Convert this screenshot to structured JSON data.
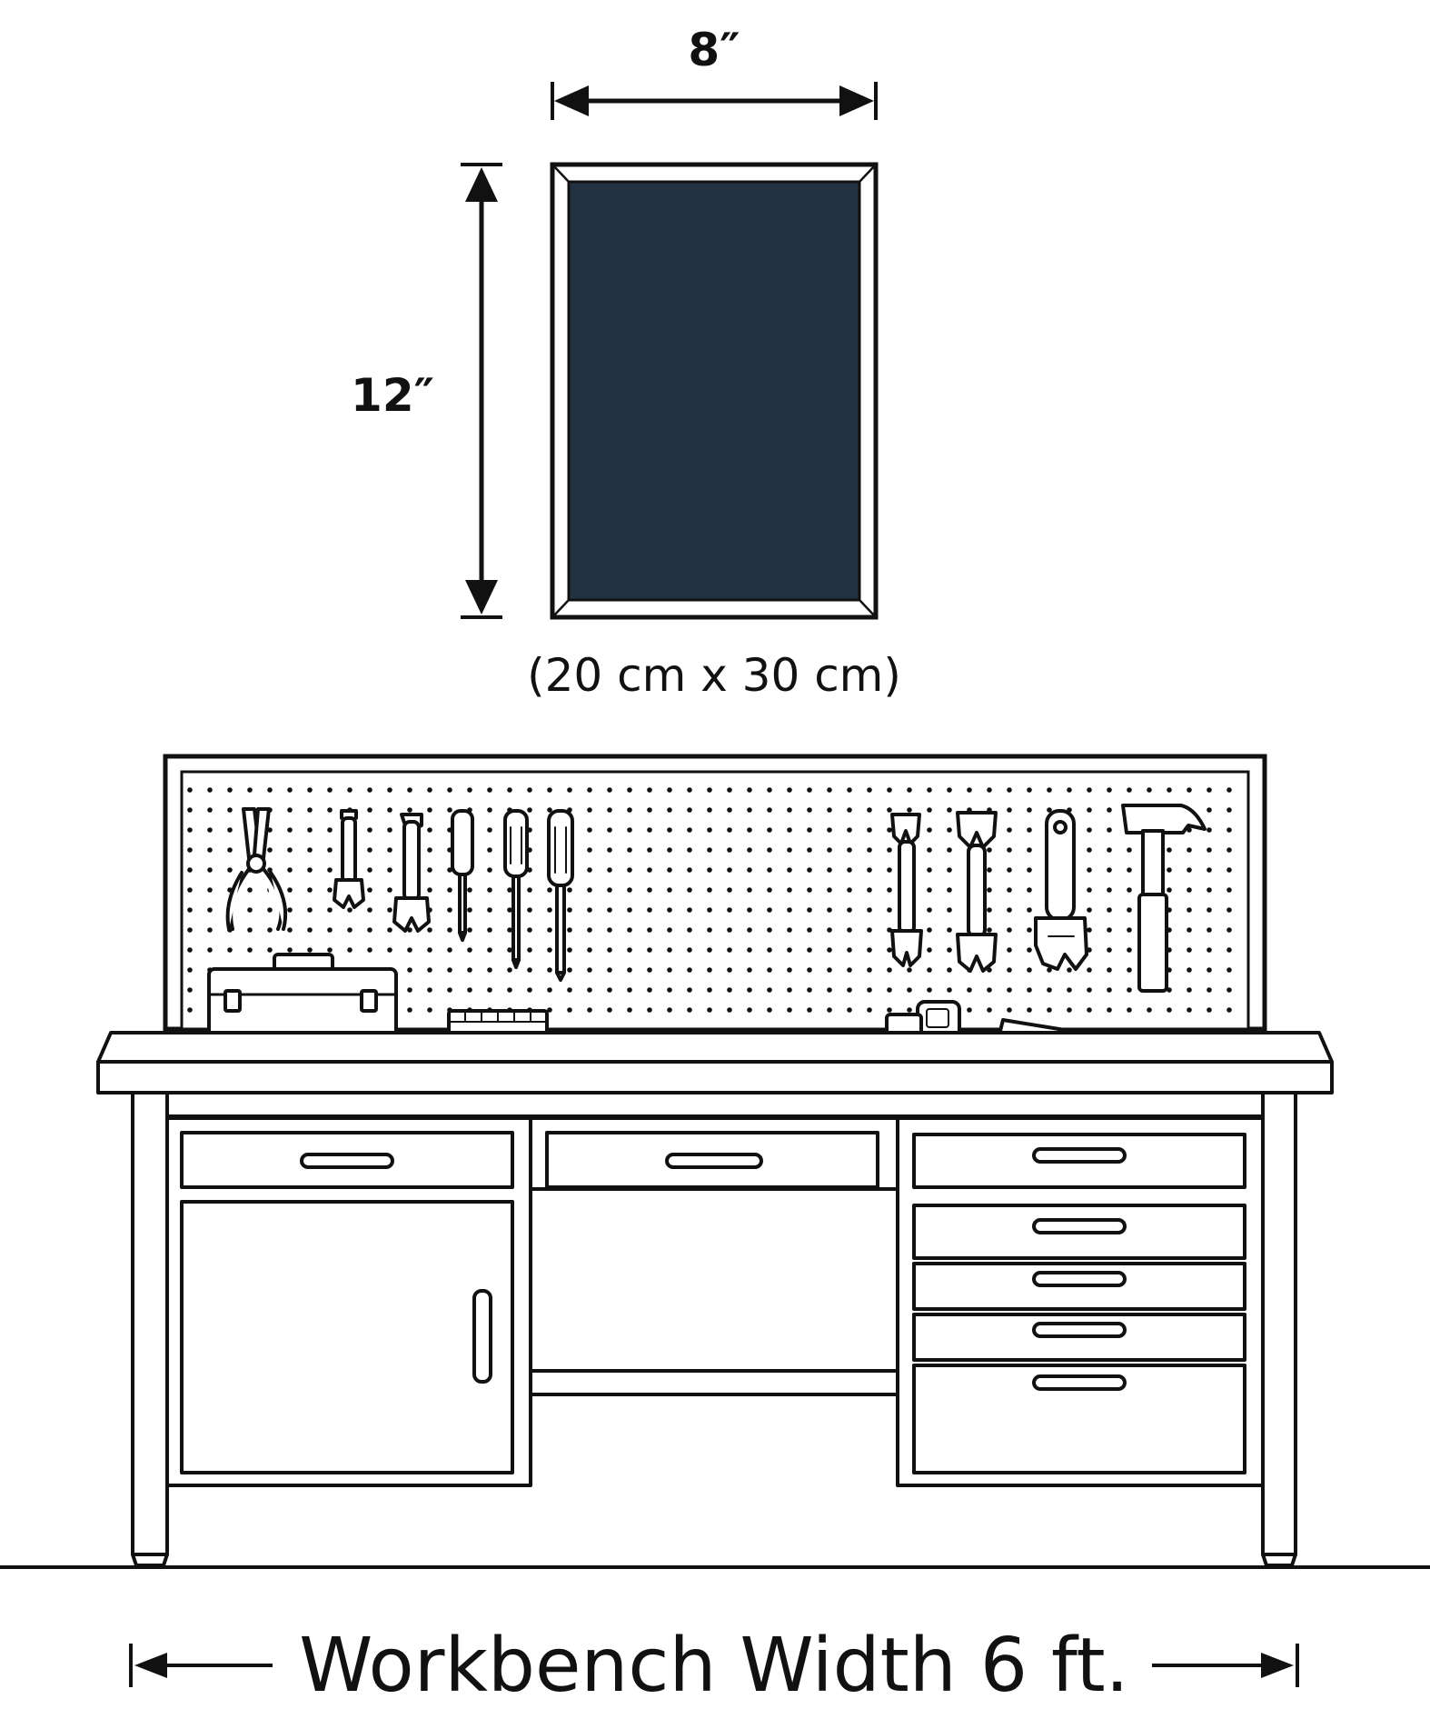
{
  "labels": {
    "frame_width": "8″",
    "frame_height": "12″",
    "frame_metric": "(20 cm x 30 cm)",
    "bench_width": "Workbench Width 6 ft."
  },
  "colors": {
    "ink": "#111111",
    "canvas_fill": "#233241",
    "background": "#ffffff"
  },
  "icons": {
    "frame": "picture-frame",
    "pegboard_tools": [
      "pliers-icon",
      "wrench-icon",
      "wrench-icon",
      "screwdriver-icon",
      "screwdriver-icon",
      "screwdriver-icon",
      "wrench-icon",
      "wrench-icon",
      "adjustable-wrench-icon",
      "hammer-icon"
    ],
    "bench_items": [
      "toolbox-icon",
      "parts-tray-icon",
      "tape-measure-icon",
      "ruler-icon"
    ]
  }
}
